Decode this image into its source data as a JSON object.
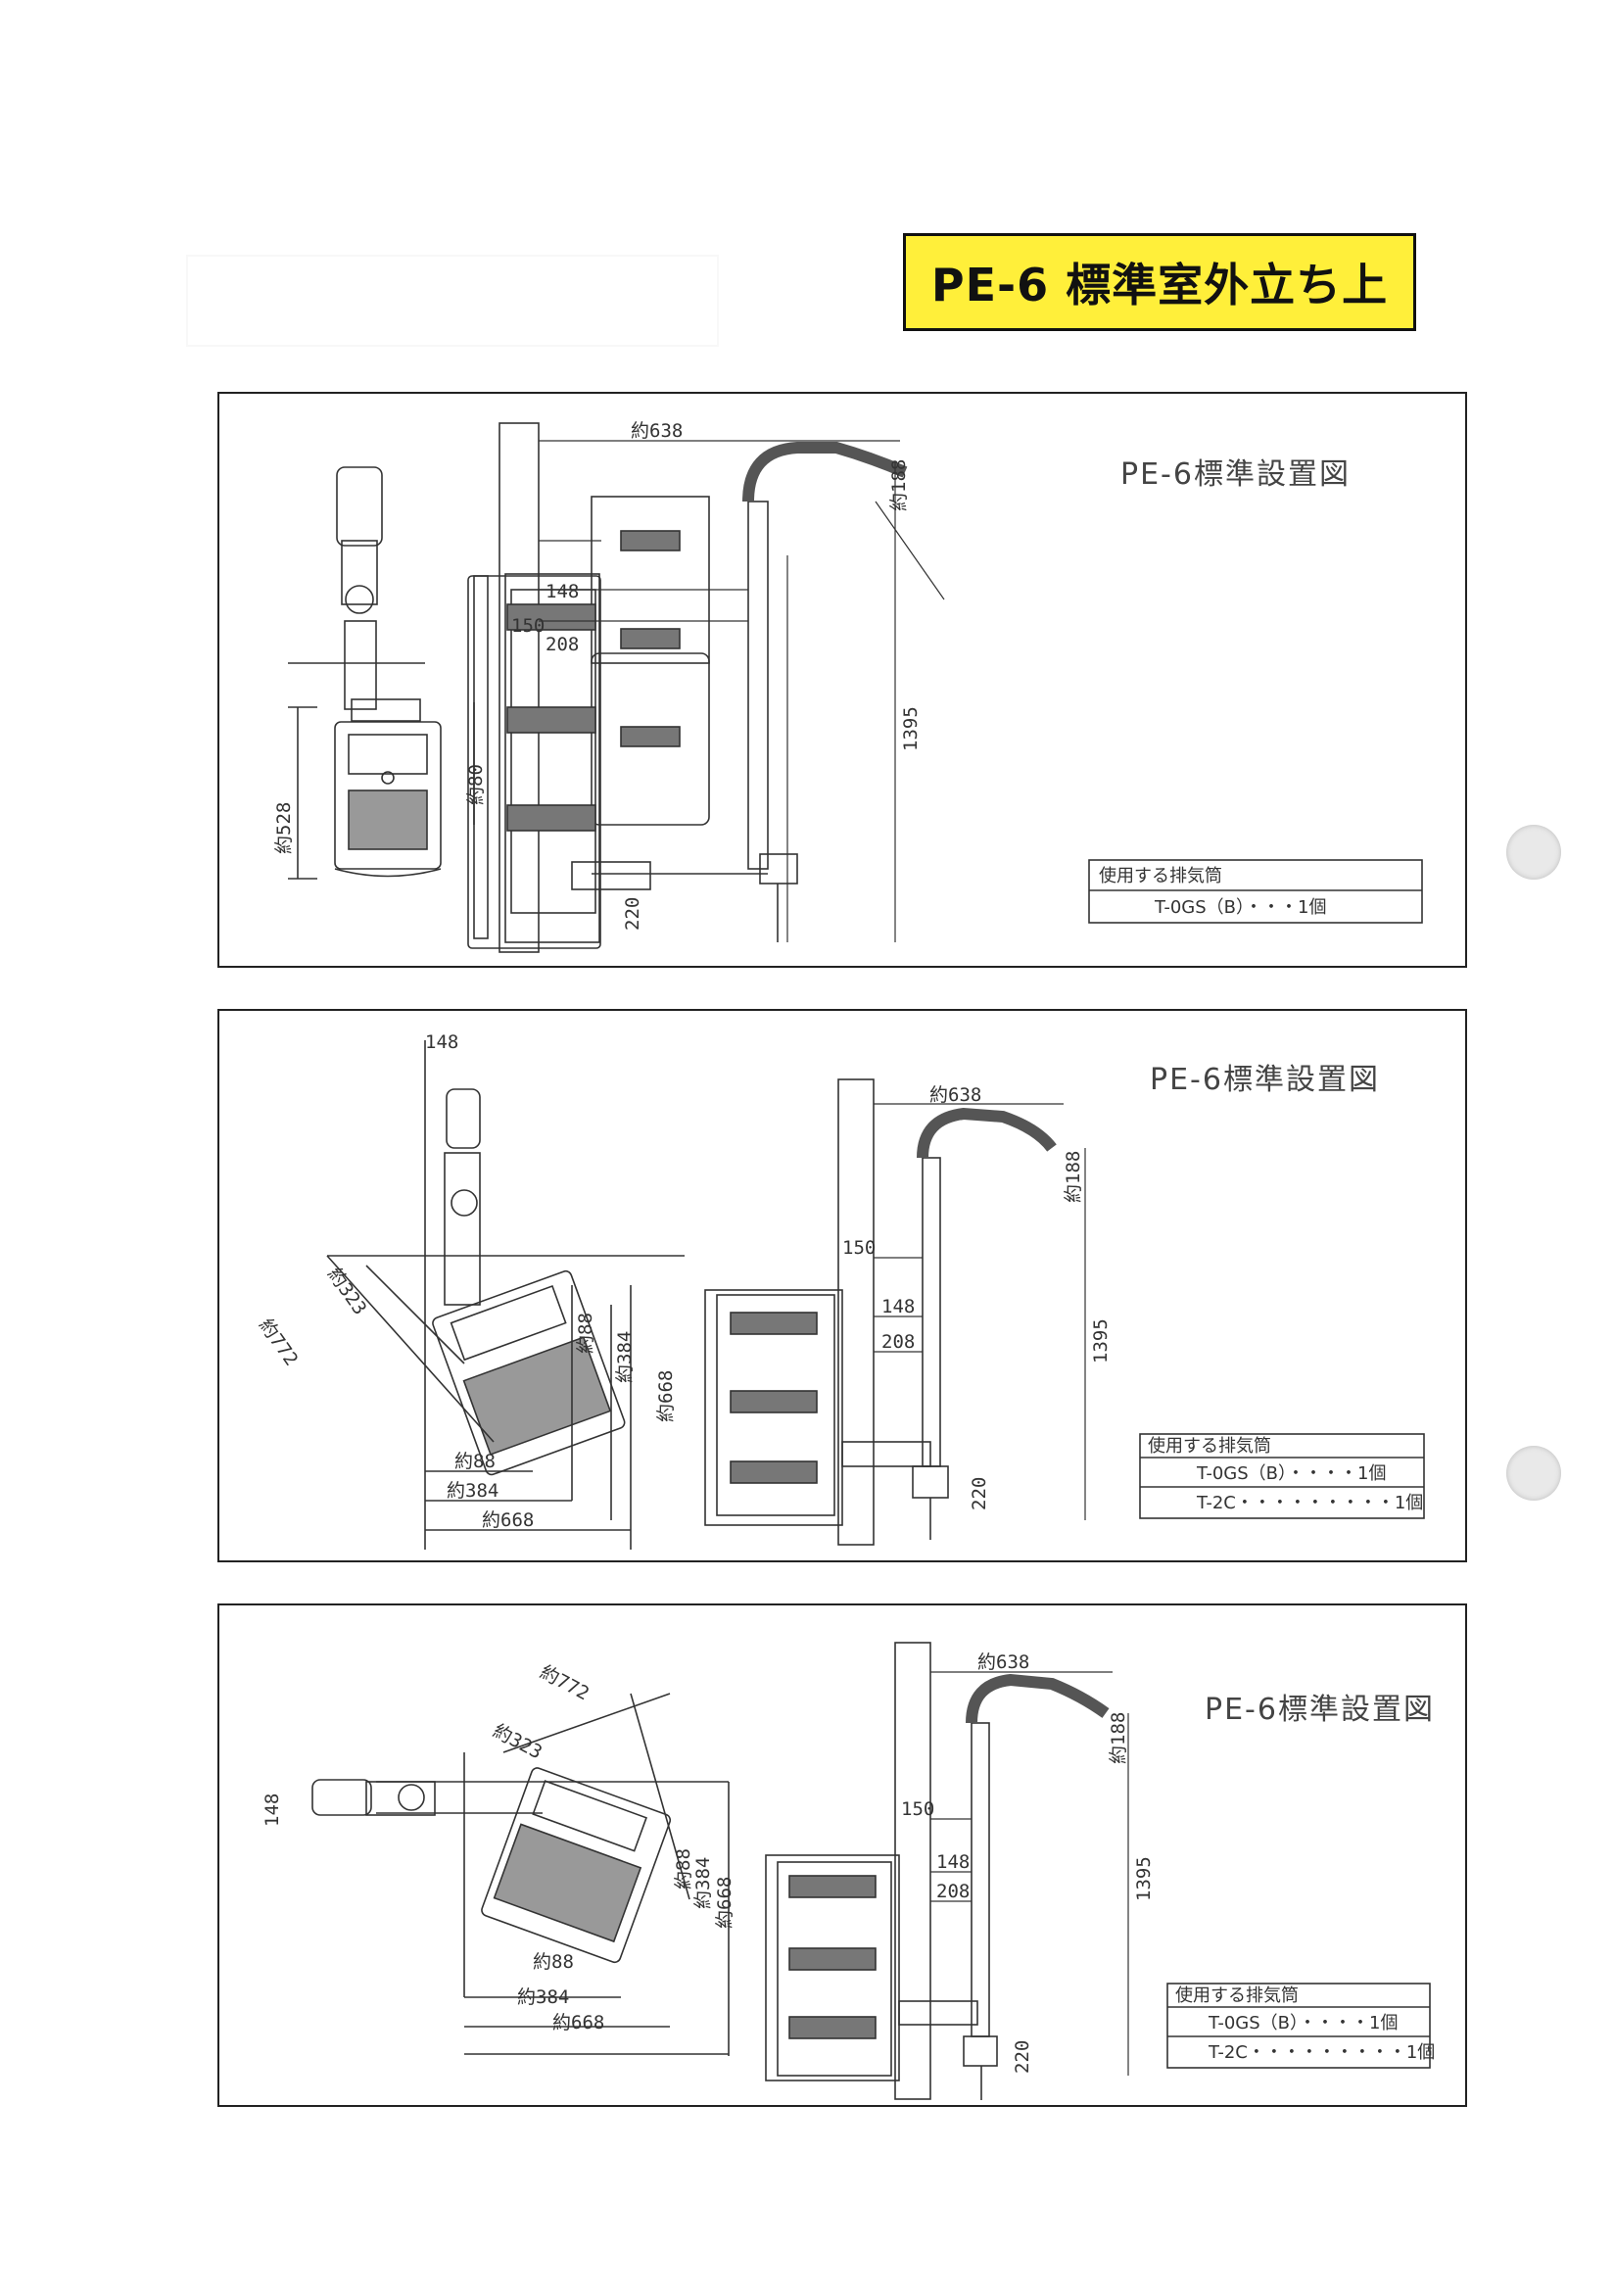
{
  "header": {
    "title": "PE-6 標準室外立ち上"
  },
  "panels": [
    {
      "drawing_title": "PE-6標準設置図",
      "table_header": "使用する排気筒",
      "table_rows": [
        "T-0GS（B）・・・1個"
      ],
      "dims": {
        "top_width": "約638",
        "pipe_offset": "約188",
        "height": "1395",
        "wall": "150",
        "dist_a": "148",
        "dist_b": "208",
        "bottom": "220",
        "front_height": "約528",
        "front_side": "約80"
      }
    },
    {
      "drawing_title": "PE-6標準設置図",
      "table_header": "使用する排気筒",
      "table_rows": [
        "T-0GS（B）・・・・1個",
        "T-2C・・・・・・・・・1個"
      ],
      "dims": {
        "top_width": "約638",
        "pipe_offset": "約188",
        "height": "1395",
        "wall": "150",
        "dist_a": "148",
        "dist_b": "208",
        "bottom": "220",
        "plan_top": "148",
        "diag_a": "約323",
        "diag_b": "約772",
        "plan_88v": "約88",
        "plan_384v": "約384",
        "plan_668v": "約668",
        "plan_88h": "約88",
        "plan_384h": "約384",
        "plan_668h": "約668"
      }
    },
    {
      "drawing_title": "PE-6標準設置図",
      "table_header": "使用する排気筒",
      "table_rows": [
        "T-0GS（B）・・・・1個",
        "T-2C・・・・・・・・・1個"
      ],
      "dims": {
        "top_width": "約638",
        "pipe_offset": "約188",
        "height": "1395",
        "wall": "150",
        "dist_a": "148",
        "dist_b": "208",
        "bottom": "220",
        "plan_left": "148",
        "diag_a": "約323",
        "diag_b": "約772",
        "plan_88v": "約88",
        "plan_384v": "約384",
        "plan_668v": "約668",
        "plan_88h": "約88",
        "plan_384h": "約384",
        "plan_668h": "約668"
      }
    }
  ]
}
